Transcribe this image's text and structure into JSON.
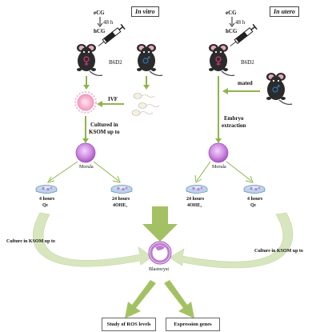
{
  "in_vitro": {
    "title": "In vitro",
    "hormone1": "eCG",
    "interval": "48 h",
    "hormone2": "hCG",
    "strain": "B6D2",
    "ivf": "IVF",
    "culture": [
      "Cultured in",
      "KSOM up to"
    ],
    "morula": "Morula",
    "left_treat": [
      "4 hours",
      "Qc"
    ],
    "right_treat": [
      "24 hours",
      "4OHE₂"
    ]
  },
  "in_utero": {
    "title": "In utero",
    "hormone1": "eCG",
    "interval": "48 h",
    "hormone2": "hCG",
    "strain": "B6D2",
    "mated": "mated",
    "extraction": [
      "Embryo",
      "extraction"
    ],
    "morula": "Morula",
    "left_treat": [
      "24 hours",
      "4OHE₂"
    ],
    "right_treat": [
      "4 hours",
      "Qc"
    ]
  },
  "culture_left": "Culture in KSOM up to",
  "culture_right": "Culture in KSOM up to",
  "blastocyst": "Blastocyst",
  "outputs": [
    "Study of ROS levels",
    "Expression genes"
  ],
  "colors": {
    "arrow_green": "#8fb44a",
    "arrow_green_light": "#c7d9a3",
    "embryo_purple": "#c27ad6",
    "female_symbol": "#d6367a",
    "male_symbol": "#2f76b5",
    "mouse_body": "#2b2b2b"
  },
  "icons": [
    "mouse-female-icon",
    "mouse-male-icon",
    "syringe-icon",
    "oocyte-icon",
    "sperm-icon",
    "petri-dish-icon"
  ]
}
